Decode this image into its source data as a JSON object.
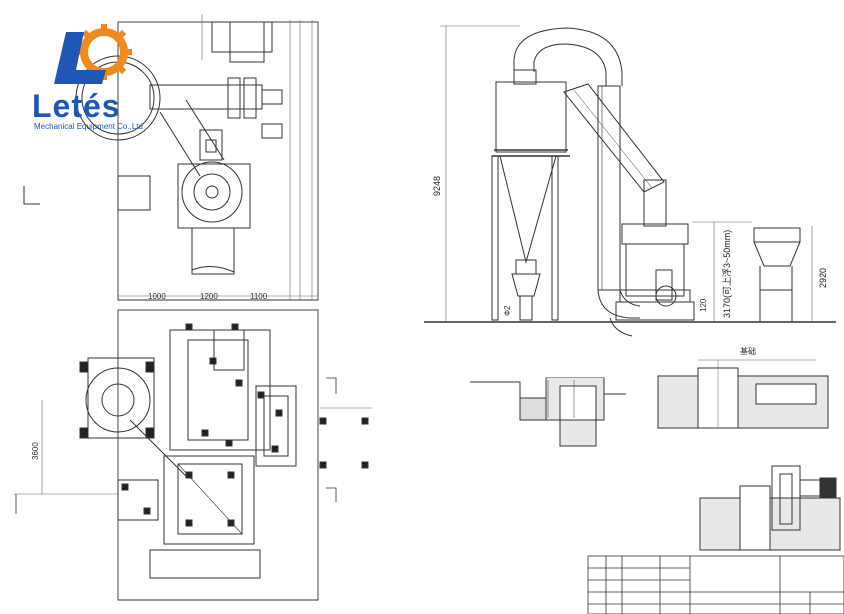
{
  "logo": {
    "word": "Letés",
    "subtitle": "Mechanical Equipment Co.,Ltd",
    "brand_blue": "#1e57b5",
    "brand_orange": "#f08a1c"
  },
  "elevation": {
    "height_total": "9248",
    "height_hopper": "2920",
    "lift_note": "3170(可上浮3~50mm)",
    "base_dim": "120",
    "cyclone_dim": "Ф2"
  },
  "plan": {
    "side_dim": "3600"
  },
  "section_labels": {
    "foundation_right": "基础"
  }
}
